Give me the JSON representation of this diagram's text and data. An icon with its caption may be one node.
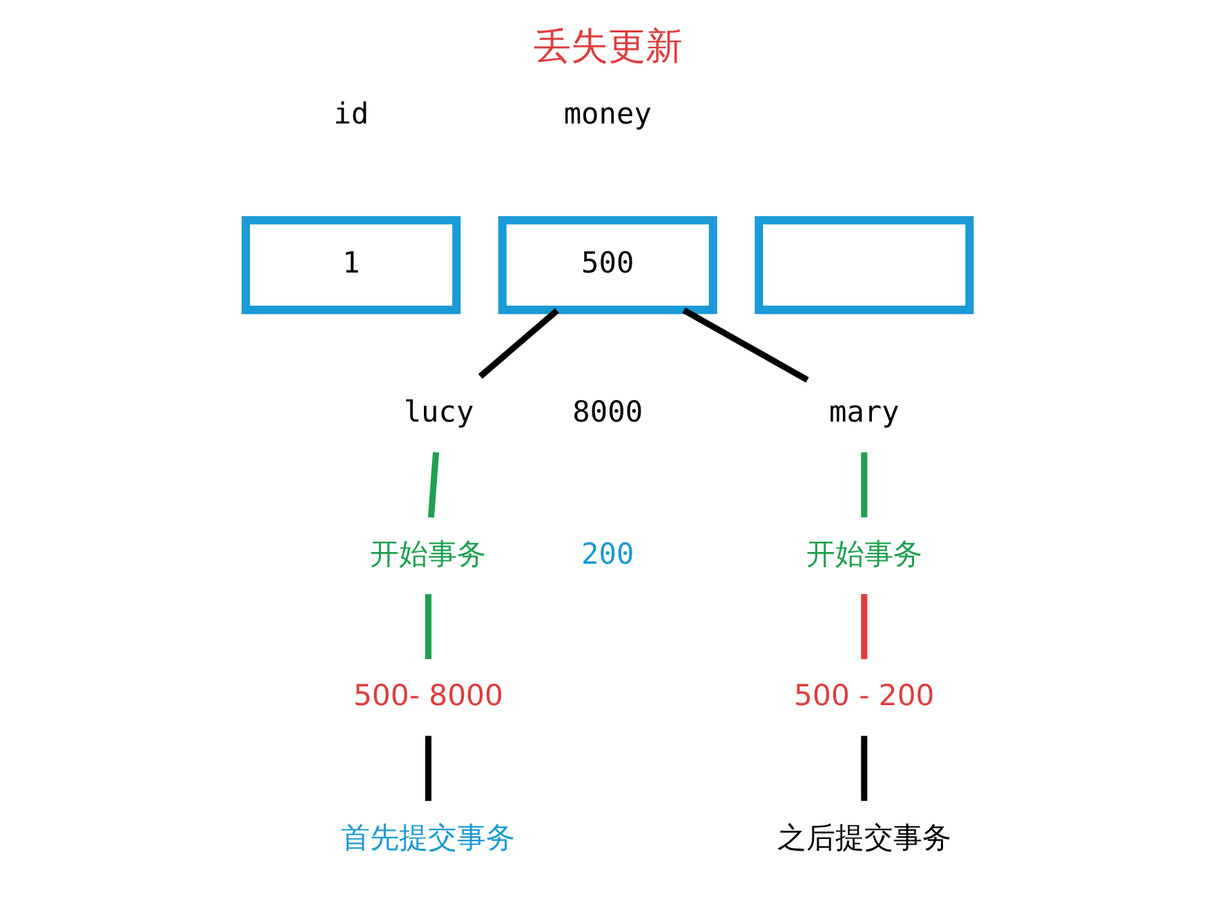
{
  "diagram": {
    "title": "丢失更新",
    "nodes": [
      {
        "text": [
          "1"
        ]
      },
      {
        "text": [
          "500"
        ]
      },
      {
        "text": [],
        "shape": "box"
      },
      {
        "text": [
          "lucy"
        ]
      },
      {
        "text": [
          "开始事务"
        ]
      },
      {
        "text": [
          "500- 8000"
        ]
      },
      {
        "text": [
          "首先提交事务"
        ]
      },
      {
        "text": [
          "mary"
        ]
      },
      {
        "text": [
          "开始事务"
        ]
      },
      {
        "text": [
          "500 - 200"
        ]
      },
      {
        "text": [
          "之后提交事务"
        ]
      }
    ],
    "edges": [
      {
        "from": 1,
        "to": 3,
        "arrow": "none"
      },
      {
        "from": 1,
        "to": 7,
        "arrow": "none"
      },
      {
        "from": 3,
        "to": 4,
        "arrow": "none",
        "color": "#1fa050"
      },
      {
        "from": 4,
        "to": 5,
        "arrow": "none",
        "color": "#1fa050"
      },
      {
        "from": 5,
        "to": 6,
        "arrow": "none"
      },
      {
        "from": 7,
        "to": 8,
        "arrow": "none",
        "color": "#1fa050"
      },
      {
        "from": 8,
        "to": 9,
        "arrow": "none",
        "color": "#e03c3c"
      },
      {
        "from": 9,
        "to": 10,
        "arrow": "none"
      }
    ],
    "labels": [
      "id",
      "money",
      "8000",
      "200"
    ]
  }
}
